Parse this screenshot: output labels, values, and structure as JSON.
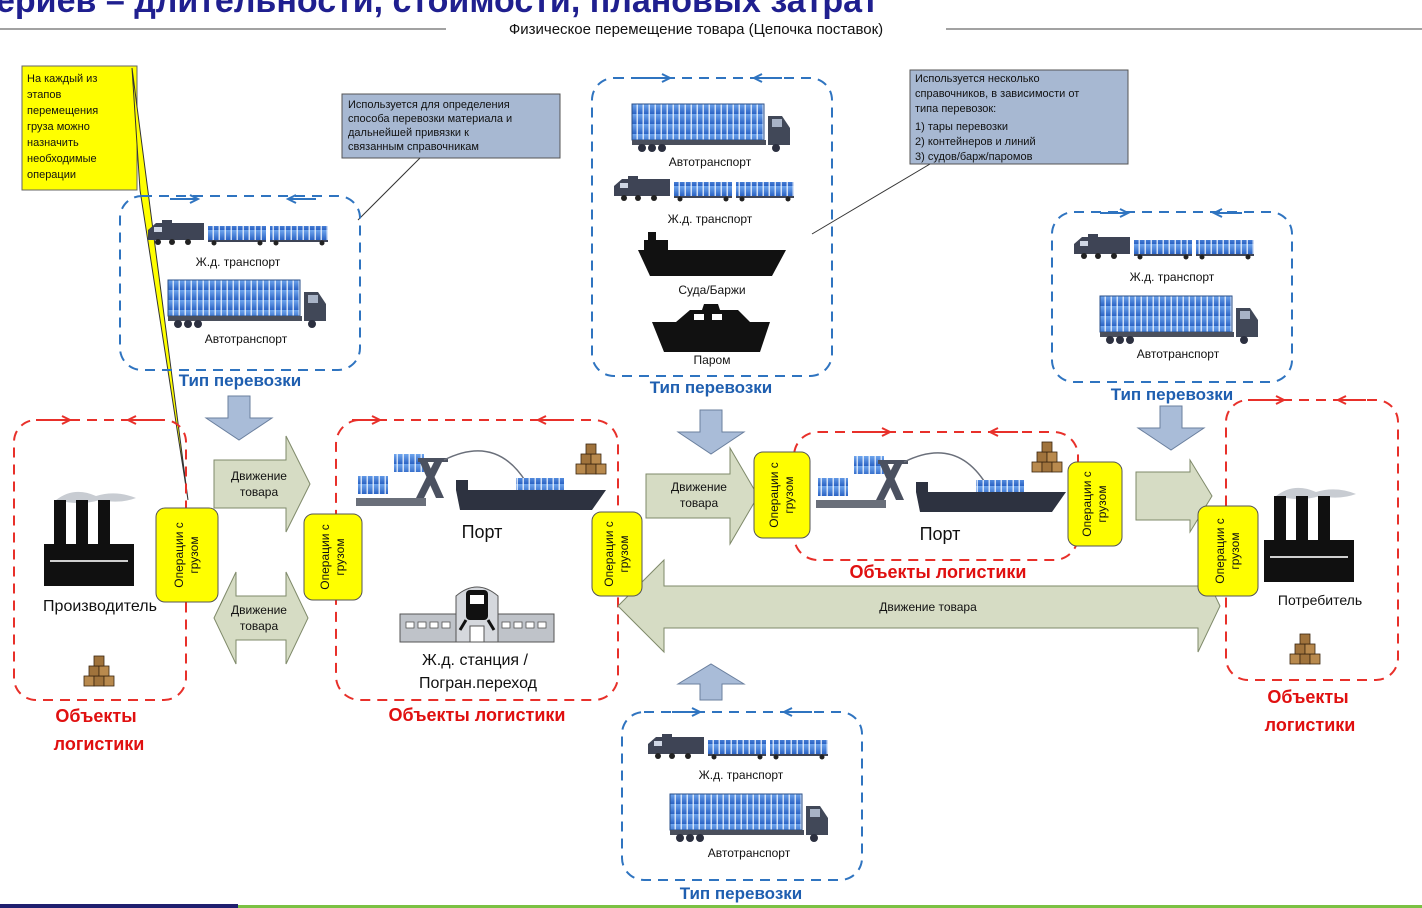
{
  "header": {
    "title": "ериев – длительности, стоимости, плановых затрат",
    "subtitle": "Физическое перемещение товара (Цепочка поставок)"
  },
  "notes": {
    "yellow": [
      "На каждый из",
      "этапов",
      "перемещения",
      "груза можно",
      "назначить",
      "необходимые",
      "операции"
    ],
    "blue1": [
      "Используется для определения",
      "способа перевозки материала и",
      "дальнейшей привязки к",
      "связанным справочникам"
    ],
    "blue2": [
      "Используется несколько",
      "справочников, в зависимости от",
      "типа перевозок:",
      "1) тары перевозки",
      "2) контейнеров и линий",
      "3) судов/барж/паромов"
    ]
  },
  "transport": {
    "group_label": "Тип перевозки",
    "rail": "Ж.д. транспорт",
    "auto": "Автотранспорт",
    "ship": "Суда/Баржи",
    "ferry": "Паром"
  },
  "logistics": {
    "objects_label": "Объекты логистики",
    "objects_word1": "Объекты",
    "objects_word2": "логистики",
    "producer": "Производитель",
    "consumer": "Потребитель",
    "port": "Порт",
    "station_line1": "Ж.д. станция /",
    "station_line2": "Погран.переход"
  },
  "flow": {
    "move_line1": "Движение",
    "move_line2": "товара",
    "move_full": "Движение товара",
    "ops_line1": "Операции с",
    "ops_line2": "грузом"
  },
  "colors": {
    "title": "#1f1f8f",
    "transport_border": "#2f74c0",
    "logistics_border": "#e8302a",
    "label_blue": "#1f5fb0",
    "label_red": "#e01010",
    "ops_yellow": "#ffff00",
    "note_yellow": "#ffff00",
    "note_blue": "#a7b8d2",
    "container_blue": "#3a78d6",
    "vehicle_dark": "#3b4252",
    "arrow_fill": "#d6dcc4",
    "down_arrow_fill": "#a9bcd8"
  }
}
